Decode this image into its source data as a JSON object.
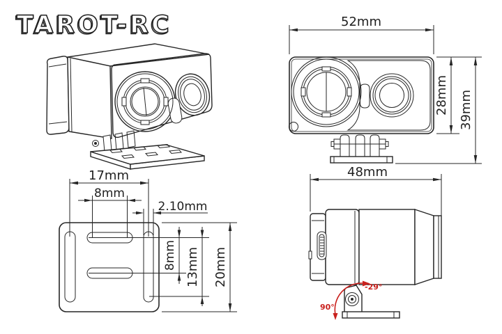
{
  "brand": {
    "logo": "TAROT-RC"
  },
  "front_view": {
    "width": "52mm",
    "body_height": "28mm",
    "total_height": "39mm"
  },
  "bracket_view": {
    "slot_center_span": "17mm",
    "slot_length": "8mm",
    "slot_width": "2.10mm",
    "row_spacing": "8mm",
    "slot_span_height": "13mm",
    "plate_height": "20mm"
  },
  "side_view": {
    "length": "48mm",
    "tilt_up": "-29°",
    "tilt_down": "90°"
  },
  "colors": {
    "line": "#262626",
    "annotation": "#c9201d",
    "background": "#ffffff"
  }
}
